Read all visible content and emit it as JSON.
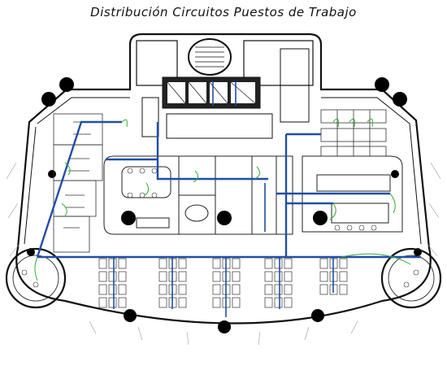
{
  "title": "Distribución Circuitos Puestos de Trabajo",
  "colors": {
    "wall": "#111111",
    "furniture": "#333333",
    "circuit_main": "#1f4fa8",
    "circuit_branch": "#2fb02f",
    "background": "#ffffff"
  },
  "icons": [
    "column-marker",
    "desk-cluster",
    "meeting-table",
    "elevator-stair"
  ]
}
